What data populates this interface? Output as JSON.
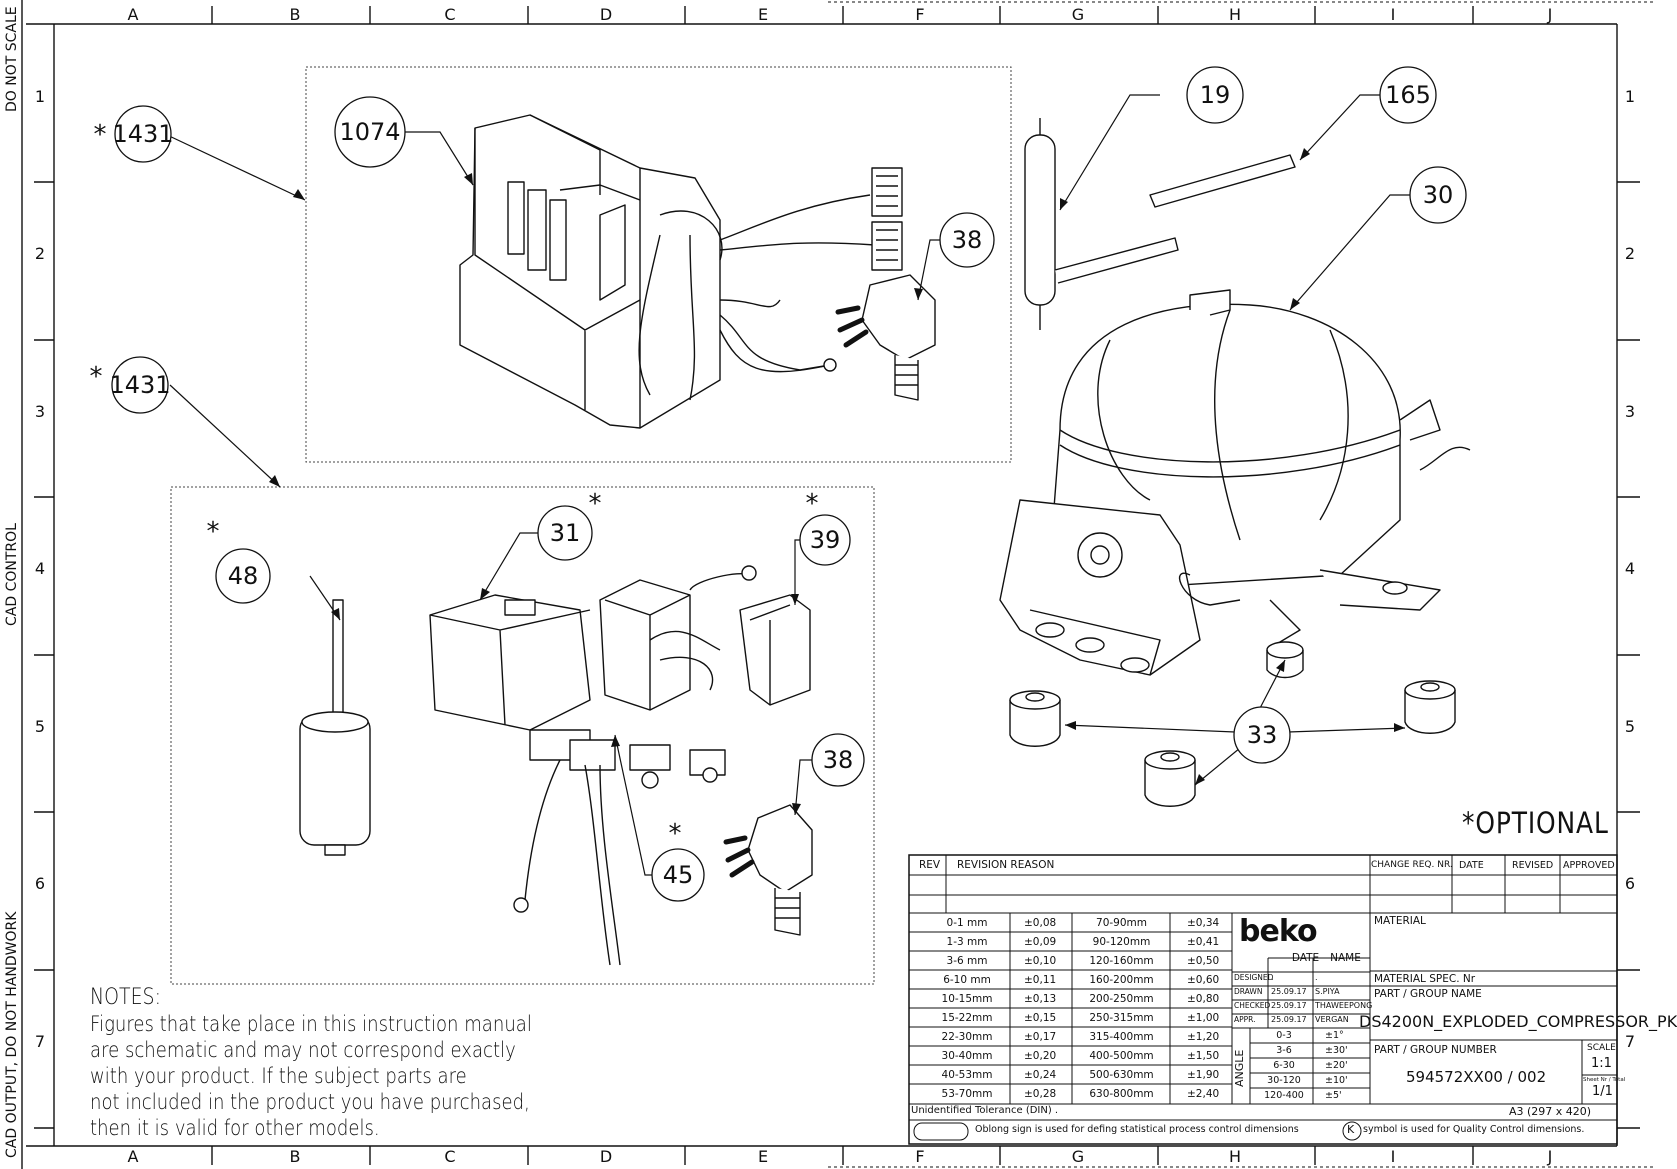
{
  "grid": {
    "columns": [
      "A",
      "B",
      "C",
      "D",
      "E",
      "F",
      "G",
      "H",
      "I",
      "J"
    ],
    "rows": [
      "1",
      "2",
      "3",
      "4",
      "5",
      "6",
      "7"
    ]
  },
  "side_labels": {
    "do_not_scale": "DO NOT SCALE",
    "cad_control": "CAD CONTROL",
    "cad_output": "CAD OUTPUT, DO NOT HANDWORK"
  },
  "callouts": {
    "c1431_top": "1431",
    "c1431_mid": "1431",
    "c1074": "1074",
    "c19": "19",
    "c165": "165",
    "c30": "30",
    "c38_top": "38",
    "c31": "31",
    "c39": "39",
    "c48": "48",
    "c38_bottom": "38",
    "c45": "45",
    "c33": "33",
    "star": "*"
  },
  "optional_label": "*OPTIONAL",
  "notes": {
    "heading": "NOTES:",
    "lines": [
      "Figures that take place in this instruction manual",
      "are schematic and may not correspond exactly",
      "with your product. If the subject parts are",
      "not included in the product you have purchased,",
      "then it is valid for other models."
    ]
  },
  "title_block": {
    "rev_header": "REV",
    "revision_reason_header": "REVISION REASON",
    "change_req_header": "CHANGE REQ. NR.",
    "date_header": "DATE",
    "revised_header": "REVISED",
    "approved_header": "APPROVED",
    "tolerances_left": [
      [
        "0-1 mm",
        "±0,08"
      ],
      [
        "1-3 mm",
        "±0,09"
      ],
      [
        "3-6 mm",
        "±0,10"
      ],
      [
        "6-10 mm",
        "±0,11"
      ],
      [
        "10-15mm",
        "±0,13"
      ],
      [
        "15-22mm",
        "±0,15"
      ],
      [
        "22-30mm",
        "±0,17"
      ],
      [
        "30-40mm",
        "±0,20"
      ],
      [
        "40-53mm",
        "±0,24"
      ],
      [
        "53-70mm",
        "±0,28"
      ]
    ],
    "tolerances_right": [
      [
        "70-90mm",
        "±0,34"
      ],
      [
        "90-120mm",
        "±0,41"
      ],
      [
        "120-160mm",
        "±0,50"
      ],
      [
        "160-200mm",
        "±0,60"
      ],
      [
        "200-250mm",
        "±0,80"
      ],
      [
        "250-315mm",
        "±1,00"
      ],
      [
        "315-400mm",
        "±1,20"
      ],
      [
        "400-500mm",
        "±1,50"
      ],
      [
        "500-630mm",
        "±1,90"
      ],
      [
        "630-800mm",
        "±2,40"
      ]
    ],
    "brand": "beko",
    "date_col": "DATE",
    "name_col": "NAME",
    "signoffs": [
      {
        "role": "DESIGNED",
        "date": ".",
        "name": "."
      },
      {
        "role": "DRAWN",
        "date": "25.09.17",
        "name": "S.PIYA"
      },
      {
        "role": "CHECKED",
        "date": "25.09.17",
        "name": "THAWEEPONG"
      },
      {
        "role": "APPR.",
        "date": "25.09.17",
        "name": "VERGAN"
      }
    ],
    "angle_label": "ANGLE",
    "angles": [
      [
        "0-3",
        "±1°"
      ],
      [
        "3-6",
        "±30'"
      ],
      [
        "6-30",
        "±20'"
      ],
      [
        "30-120",
        "±10'"
      ],
      [
        "120-400",
        "±5'"
      ]
    ],
    "material_label": "MATERIAL",
    "material_spec_label": "MATERIAL SPEC. Nr",
    "part_group_name_label": "PART / GROUP NAME",
    "part_group_name": "DS4200N_EXPLODED_COMPRESSOR_PK",
    "part_group_number_label": "PART / GROUP NUMBER",
    "part_group_number": "594572XX00 / 002",
    "scale_label": "SCALE",
    "scale": "1:1",
    "sheet_label": "Sheet Nr / Total",
    "sheet": "1/1",
    "unidentified_tolerance": "Unidentified Tolerance (DIN) .",
    "paper": "A3 (297 x 420)",
    "oblong_note": "Oblong sign is used for defing statistical process control dimensions",
    "k_symbol": "K",
    "k_note": "symbol is used for Quality Control dimensions."
  }
}
